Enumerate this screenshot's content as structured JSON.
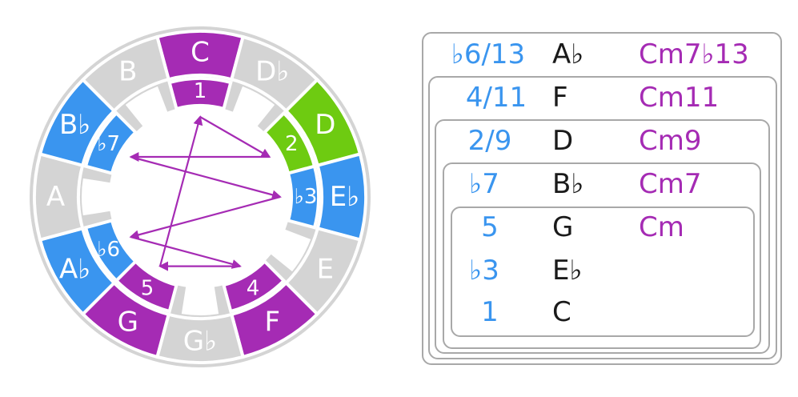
{
  "wheel": {
    "outer_ring": [
      {
        "label": "C",
        "color": "#a52bb4"
      },
      {
        "label": "D♭",
        "color": "#d4d4d4"
      },
      {
        "label": "D",
        "color": "#6ecb11"
      },
      {
        "label": "E♭",
        "color": "#3a95ef"
      },
      {
        "label": "E",
        "color": "#d4d4d4"
      },
      {
        "label": "F",
        "color": "#a52bb4"
      },
      {
        "label": "G♭",
        "color": "#d4d4d4"
      },
      {
        "label": "G",
        "color": "#a52bb4"
      },
      {
        "label": "A♭",
        "color": "#3a95ef"
      },
      {
        "label": "A",
        "color": "#d4d4d4"
      },
      {
        "label": "B♭",
        "color": "#3a95ef"
      },
      {
        "label": "B",
        "color": "#d4d4d4"
      }
    ],
    "inner_ring": [
      {
        "label": "1",
        "color": "#a52bb4"
      },
      {
        "label": "",
        "color": "none"
      },
      {
        "label": "2",
        "color": "#6ecb11"
      },
      {
        "label": "♭3",
        "color": "#3a95ef"
      },
      {
        "label": "",
        "color": "none"
      },
      {
        "label": "4",
        "color": "#a52bb4"
      },
      {
        "label": "",
        "color": "none"
      },
      {
        "label": "5",
        "color": "#a52bb4"
      },
      {
        "label": "♭6",
        "color": "#3a95ef"
      },
      {
        "label": "",
        "color": "none"
      },
      {
        "label": "♭7",
        "color": "#3a95ef"
      },
      {
        "label": "",
        "color": "none"
      }
    ],
    "star_sequence": [
      0,
      2,
      10,
      3,
      8,
      5,
      7,
      0
    ],
    "ring_color": "#d4d4d4",
    "arrow_color": "#a52bb4"
  },
  "table": {
    "rows": [
      {
        "interval": "♭6/13",
        "note": "A♭",
        "chord": "Cm7♭13"
      },
      {
        "interval": "4/11",
        "note": "F",
        "chord": "Cm11"
      },
      {
        "interval": "2/9",
        "note": "D",
        "chord": "Cm9"
      },
      {
        "interval": "♭7",
        "note": "B♭",
        "chord": "Cm7"
      },
      {
        "interval": "5",
        "note": "G",
        "chord": "Cm"
      },
      {
        "interval": "♭3",
        "note": "E♭",
        "chord": ""
      },
      {
        "interval": "1",
        "note": "C",
        "chord": ""
      }
    ]
  }
}
